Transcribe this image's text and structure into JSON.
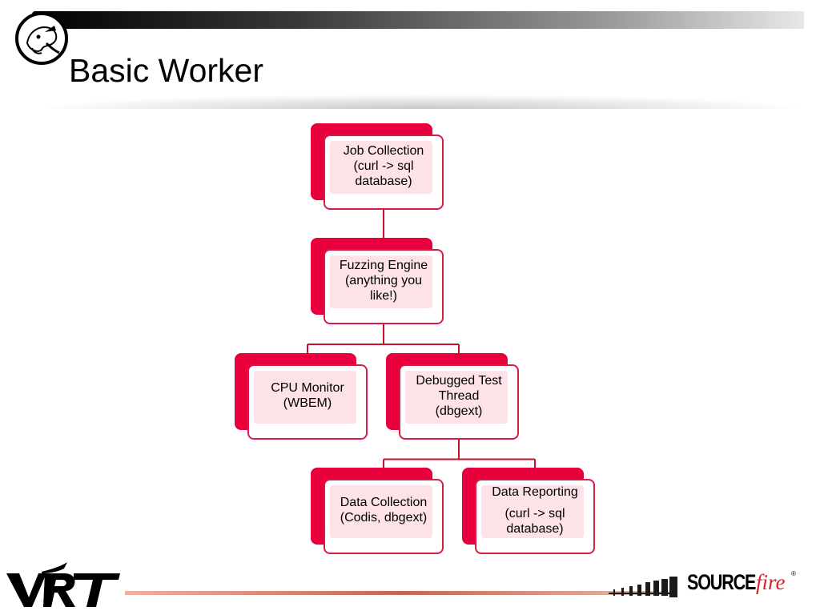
{
  "slide": {
    "title": "Basic Worker"
  },
  "nodes": [
    {
      "id": "job-collection",
      "lines": [
        "Job Collection",
        "(curl -> sql",
        "database)"
      ]
    },
    {
      "id": "fuzzing-engine",
      "lines": [
        "Fuzzing Engine",
        "(anything you",
        "like!)"
      ]
    },
    {
      "id": "cpu-monitor",
      "lines": [
        "CPU Monitor",
        "(WBEM)"
      ]
    },
    {
      "id": "debugged-test-thread",
      "lines": [
        "Debugged Test",
        "Thread",
        "(dbgext)"
      ]
    },
    {
      "id": "data-collection",
      "lines": [
        "Data Collection",
        "(Codis, dbgext)"
      ]
    },
    {
      "id": "data-reporting",
      "lines": [
        "Data Reporting",
        "(curl -> sql",
        "database)"
      ]
    }
  ],
  "edges": [
    {
      "from": "job-collection",
      "to": "fuzzing-engine"
    },
    {
      "from": "fuzzing-engine",
      "to": "cpu-monitor"
    },
    {
      "from": "fuzzing-engine",
      "to": "debugged-test-thread"
    },
    {
      "from": "debugged-test-thread",
      "to": "data-collection"
    },
    {
      "from": "debugged-test-thread",
      "to": "data-reporting"
    }
  ],
  "footer": {
    "left_logo": "VRT",
    "right_logo_bold": "SOURCE",
    "right_logo_italic": "fire",
    "right_logo_mark": "®"
  },
  "colors": {
    "node_fill": "#e8003d",
    "node_border": "#d61c45",
    "node_inner": "#fde2e8",
    "connector": "#c8102e",
    "sourcefire_red": "#d6212e"
  },
  "icons": {
    "header_logo": "mascot-circle-icon"
  }
}
